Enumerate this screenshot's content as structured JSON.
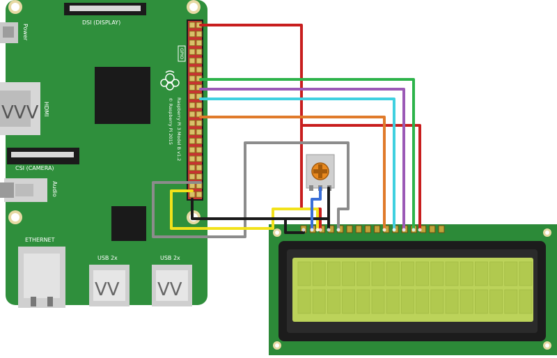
{
  "board": {
    "power_label": "Power",
    "dsi_label": "DSI (DISPLAY)",
    "hdmi_label": "HDMI",
    "csi_label": "CSI (CAMERA)",
    "audio_label": "Audio",
    "ethernet_label": "ETHERNET",
    "usb_left_label": "USB 2x",
    "usb_right_label": "USB 2x",
    "gpio_label": "GPIO",
    "model_line": "Raspberry Pi 3 Model B v1.2",
    "copyright_line": "© Raspberry Pi 2015"
  },
  "colors": {
    "board_green": "#2f8f3c",
    "lcd_green": "#2c8a38",
    "lcd_screen": "#bcd35a",
    "wire_red": "#c81e1e",
    "wire_green": "#2db34a",
    "wire_purple": "#9b59b6",
    "wire_cyan": "#3fd0e0",
    "wire_orange": "#e07a2a",
    "wire_gray": "#8c8c8c",
    "wire_black": "#1a1a1a",
    "wire_yellow": "#f2e21b",
    "wire_blue": "#3a6fd8"
  },
  "components": {
    "potentiometer": "trimmer-potentiometer",
    "display": "16x2-character-lcd"
  }
}
